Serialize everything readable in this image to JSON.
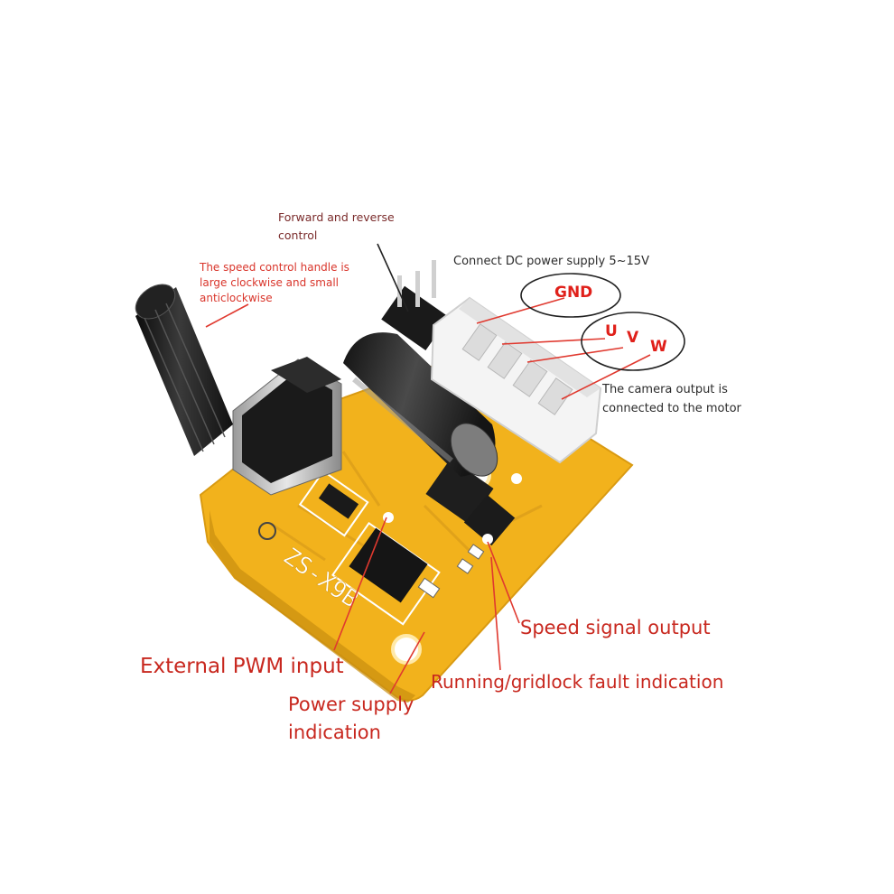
{
  "annotations": {
    "forward_reverse": [
      "Forward and reverse",
      "control"
    ],
    "speed_handle": [
      "The speed control handle is",
      "large clockwise and small",
      "anticlockwise"
    ],
    "power_supply": "Connect DC power supply 5~15V",
    "camera_output": [
      "The camera output is",
      "connected to the motor"
    ],
    "external_pwm": "External PWM input",
    "power_indication": [
      "Power supply",
      "indication"
    ],
    "speed_signal": "Speed signal output",
    "fault_indication": "Running/gridlock fault indication"
  },
  "pins": {
    "gnd": "GND",
    "u": "U",
    "v": "V",
    "w": "W"
  },
  "board_marking": "ZS-X9B",
  "colors": {
    "pcb": "#f2b21c",
    "annotation_red": "#c8281f",
    "leader_red": "#e0392f",
    "text_dark": "#2b2b2b"
  }
}
